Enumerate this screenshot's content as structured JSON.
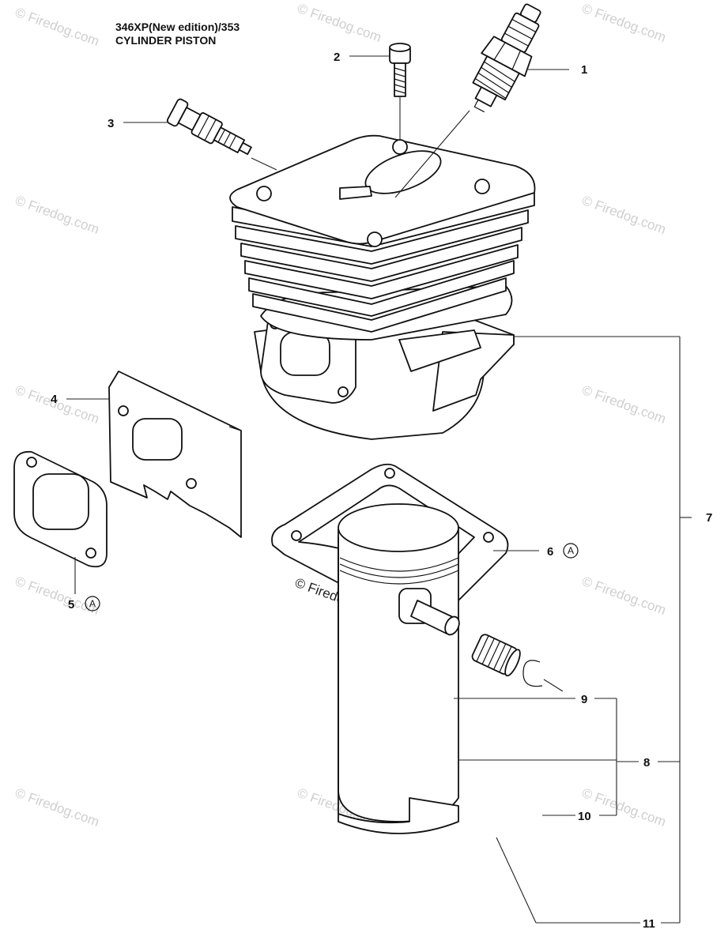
{
  "header": {
    "model": "346XP(New edition)/353",
    "section": "CYLINDER PISTON"
  },
  "callouts": {
    "c1": "1",
    "c2": "2",
    "c3": "3",
    "c4": "4",
    "c5": "5",
    "c6": "6",
    "c7": "7",
    "c8": "8",
    "c9": "9",
    "c10": "10",
    "c11": "11",
    "kit_letter": "A"
  },
  "watermark": {
    "text": "© Firedog.com",
    "line1": "© Firedog",
    "line2": ".com"
  }
}
